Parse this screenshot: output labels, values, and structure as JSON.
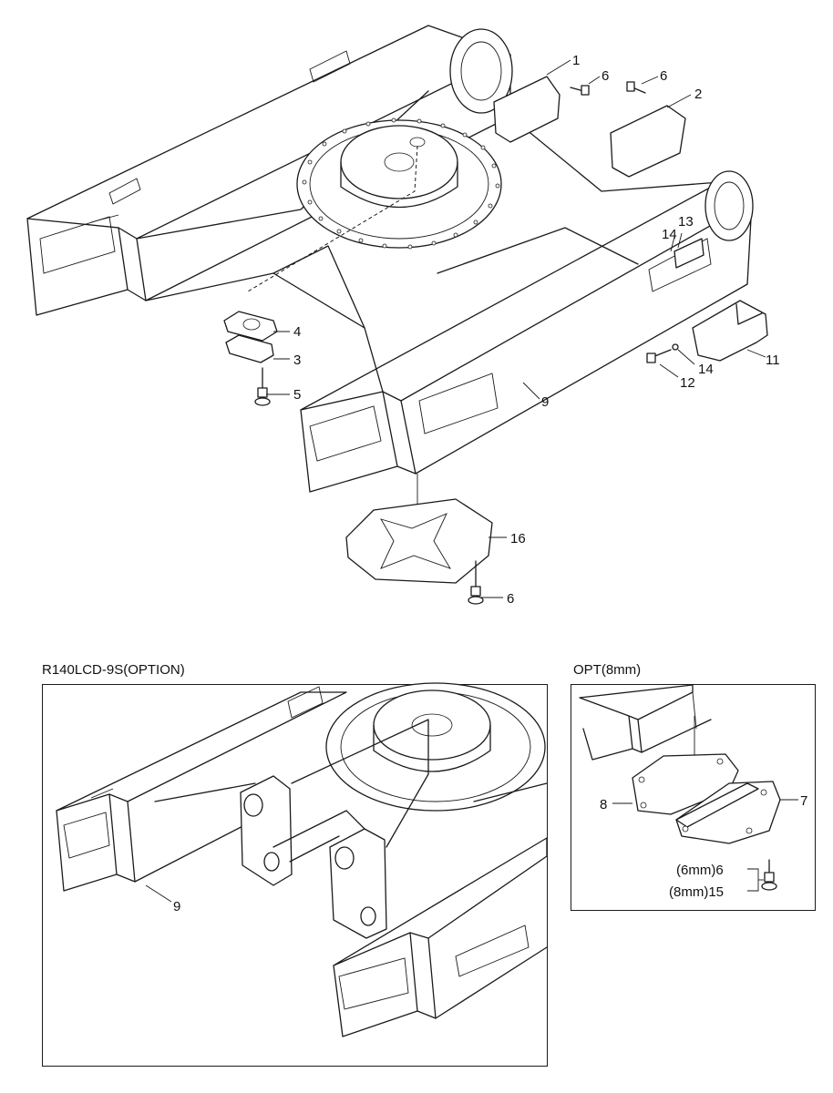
{
  "callouts": {
    "c1": "1",
    "c2": "2",
    "c3": "3",
    "c4": "4",
    "c5": "5",
    "c6a": "6",
    "c6b": "6",
    "c6c": "6",
    "c9": "9",
    "c11": "11",
    "c12": "12",
    "c13": "13",
    "c14a": "14",
    "c14b": "14",
    "c16": "16",
    "opt_c7": "7",
    "opt_c8": "8",
    "opt_c6": "(6mm)6",
    "opt_c15": "(8mm)15",
    "option_c9": "9"
  },
  "sections": {
    "option_title": "R140LCD-9S(OPTION)",
    "opt_title": "OPT(8mm)"
  }
}
